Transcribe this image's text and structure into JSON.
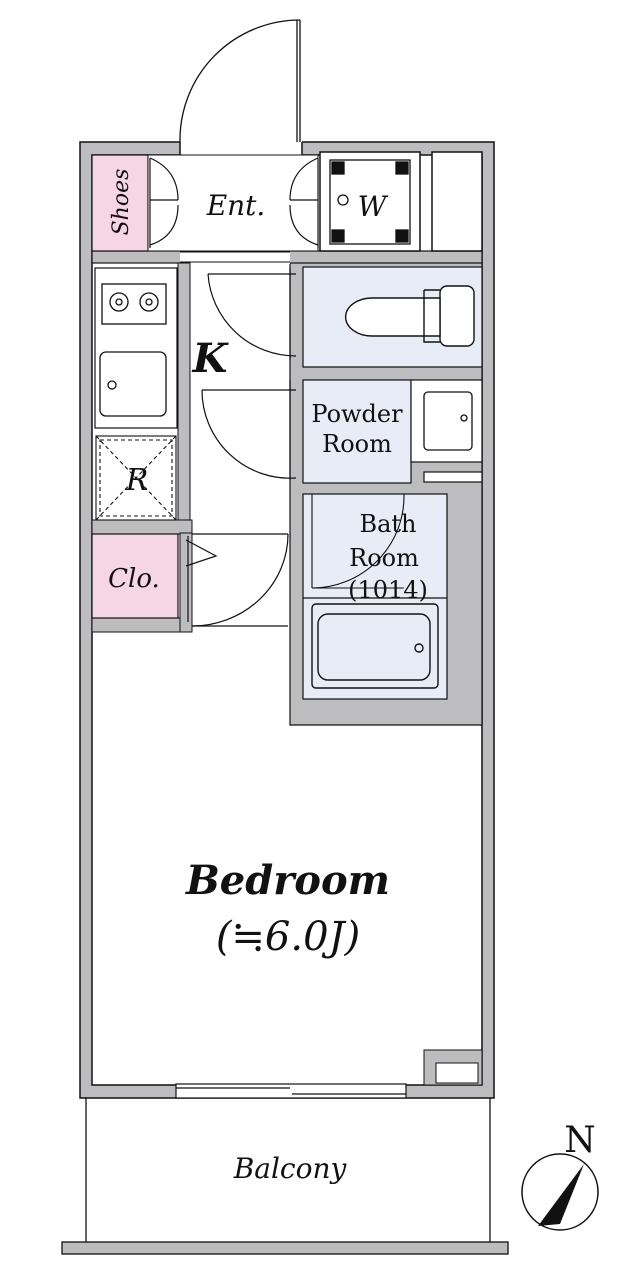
{
  "colors": {
    "wall": "#bdbdbf",
    "wet_area": "#e8ecf6",
    "storage": "#f6d6e4",
    "line": "#111111",
    "background": "#ffffff"
  },
  "labels": {
    "shoes": "Shoes",
    "entrance": "Ent.",
    "washer": "W",
    "kitchen": "K",
    "refrigerator": "R",
    "powder_room_line1": "Powder",
    "powder_room_line2": "Room",
    "bath_line1": "Bath",
    "bath_line2": "Room",
    "bath_size": "(1014)",
    "closet": "Clo.",
    "bedroom": "Bedroom",
    "bedroom_size": "(≒6.0J)",
    "balcony": "Balcony",
    "north": "N"
  },
  "icons": {
    "stove": "two-burner-stove-icon",
    "sink": "kitchen-sink-icon",
    "toilet": "toilet-icon",
    "washbasin": "washbasin-icon",
    "bathtub": "bathtub-icon",
    "compass": "north-compass-icon"
  }
}
